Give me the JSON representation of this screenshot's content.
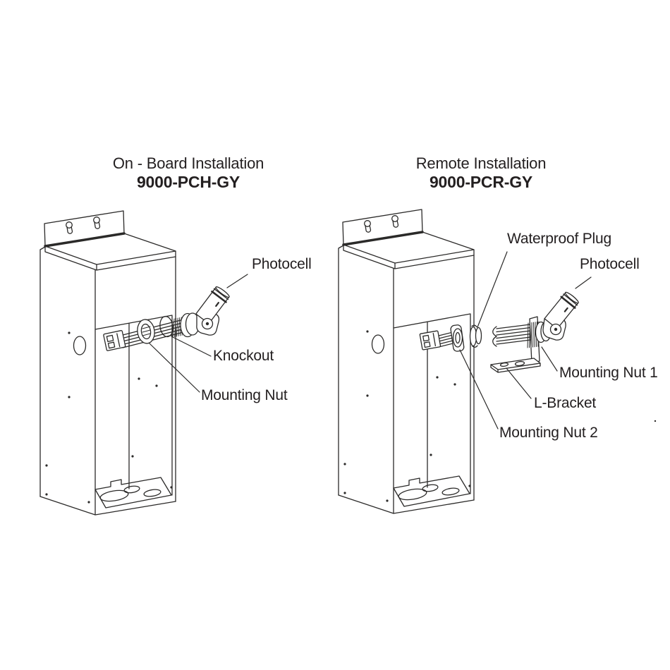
{
  "page": {
    "background": "#ffffff",
    "line_color": "#2b2a29",
    "text_color": "#231f20"
  },
  "figures": [
    {
      "id": "onboard",
      "title": "On - Board Installation",
      "model": "9000-PCH-GY",
      "labels": [
        {
          "text": "Photocell"
        },
        {
          "text": "Knockout"
        },
        {
          "text": "Mounting Nut"
        }
      ]
    },
    {
      "id": "remote",
      "title": "Remote Installation",
      "model": "9000-PCR-GY",
      "labels": [
        {
          "text": "Waterproof Plug"
        },
        {
          "text": "Photocell"
        },
        {
          "text": "Mounting Nut 1"
        },
        {
          "text": "L-Bracket"
        },
        {
          "text": "Mounting Nut 2"
        }
      ]
    }
  ]
}
